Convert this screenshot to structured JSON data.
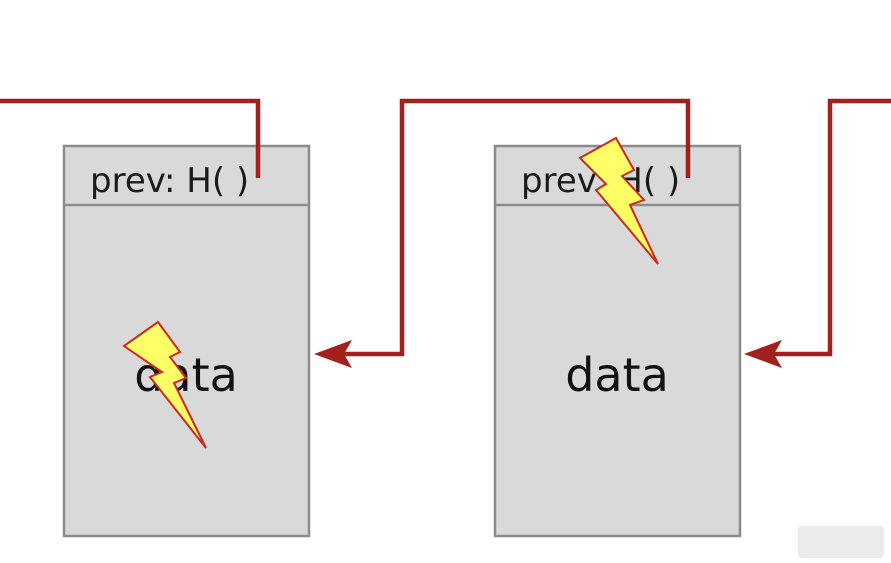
{
  "colors": {
    "pointer": "#a3201e",
    "block_fill": "#d9d9d9",
    "block_border": "#8c8c8c",
    "bolt_fill": "#ffff66",
    "bolt_stroke": "#cc2a1e"
  },
  "blocks": [
    {
      "header": "prev: H(   )",
      "body": "data",
      "tampered": true
    },
    {
      "header": "prev: H(   )",
      "body": "data",
      "tampered": false
    }
  ],
  "tamper_marks": [
    {
      "target": "block-1-data",
      "icon": "lightning-bolt-icon"
    },
    {
      "target": "block-2-header",
      "icon": "lightning-bolt-icon"
    }
  ],
  "watermark": {
    "text": ""
  }
}
